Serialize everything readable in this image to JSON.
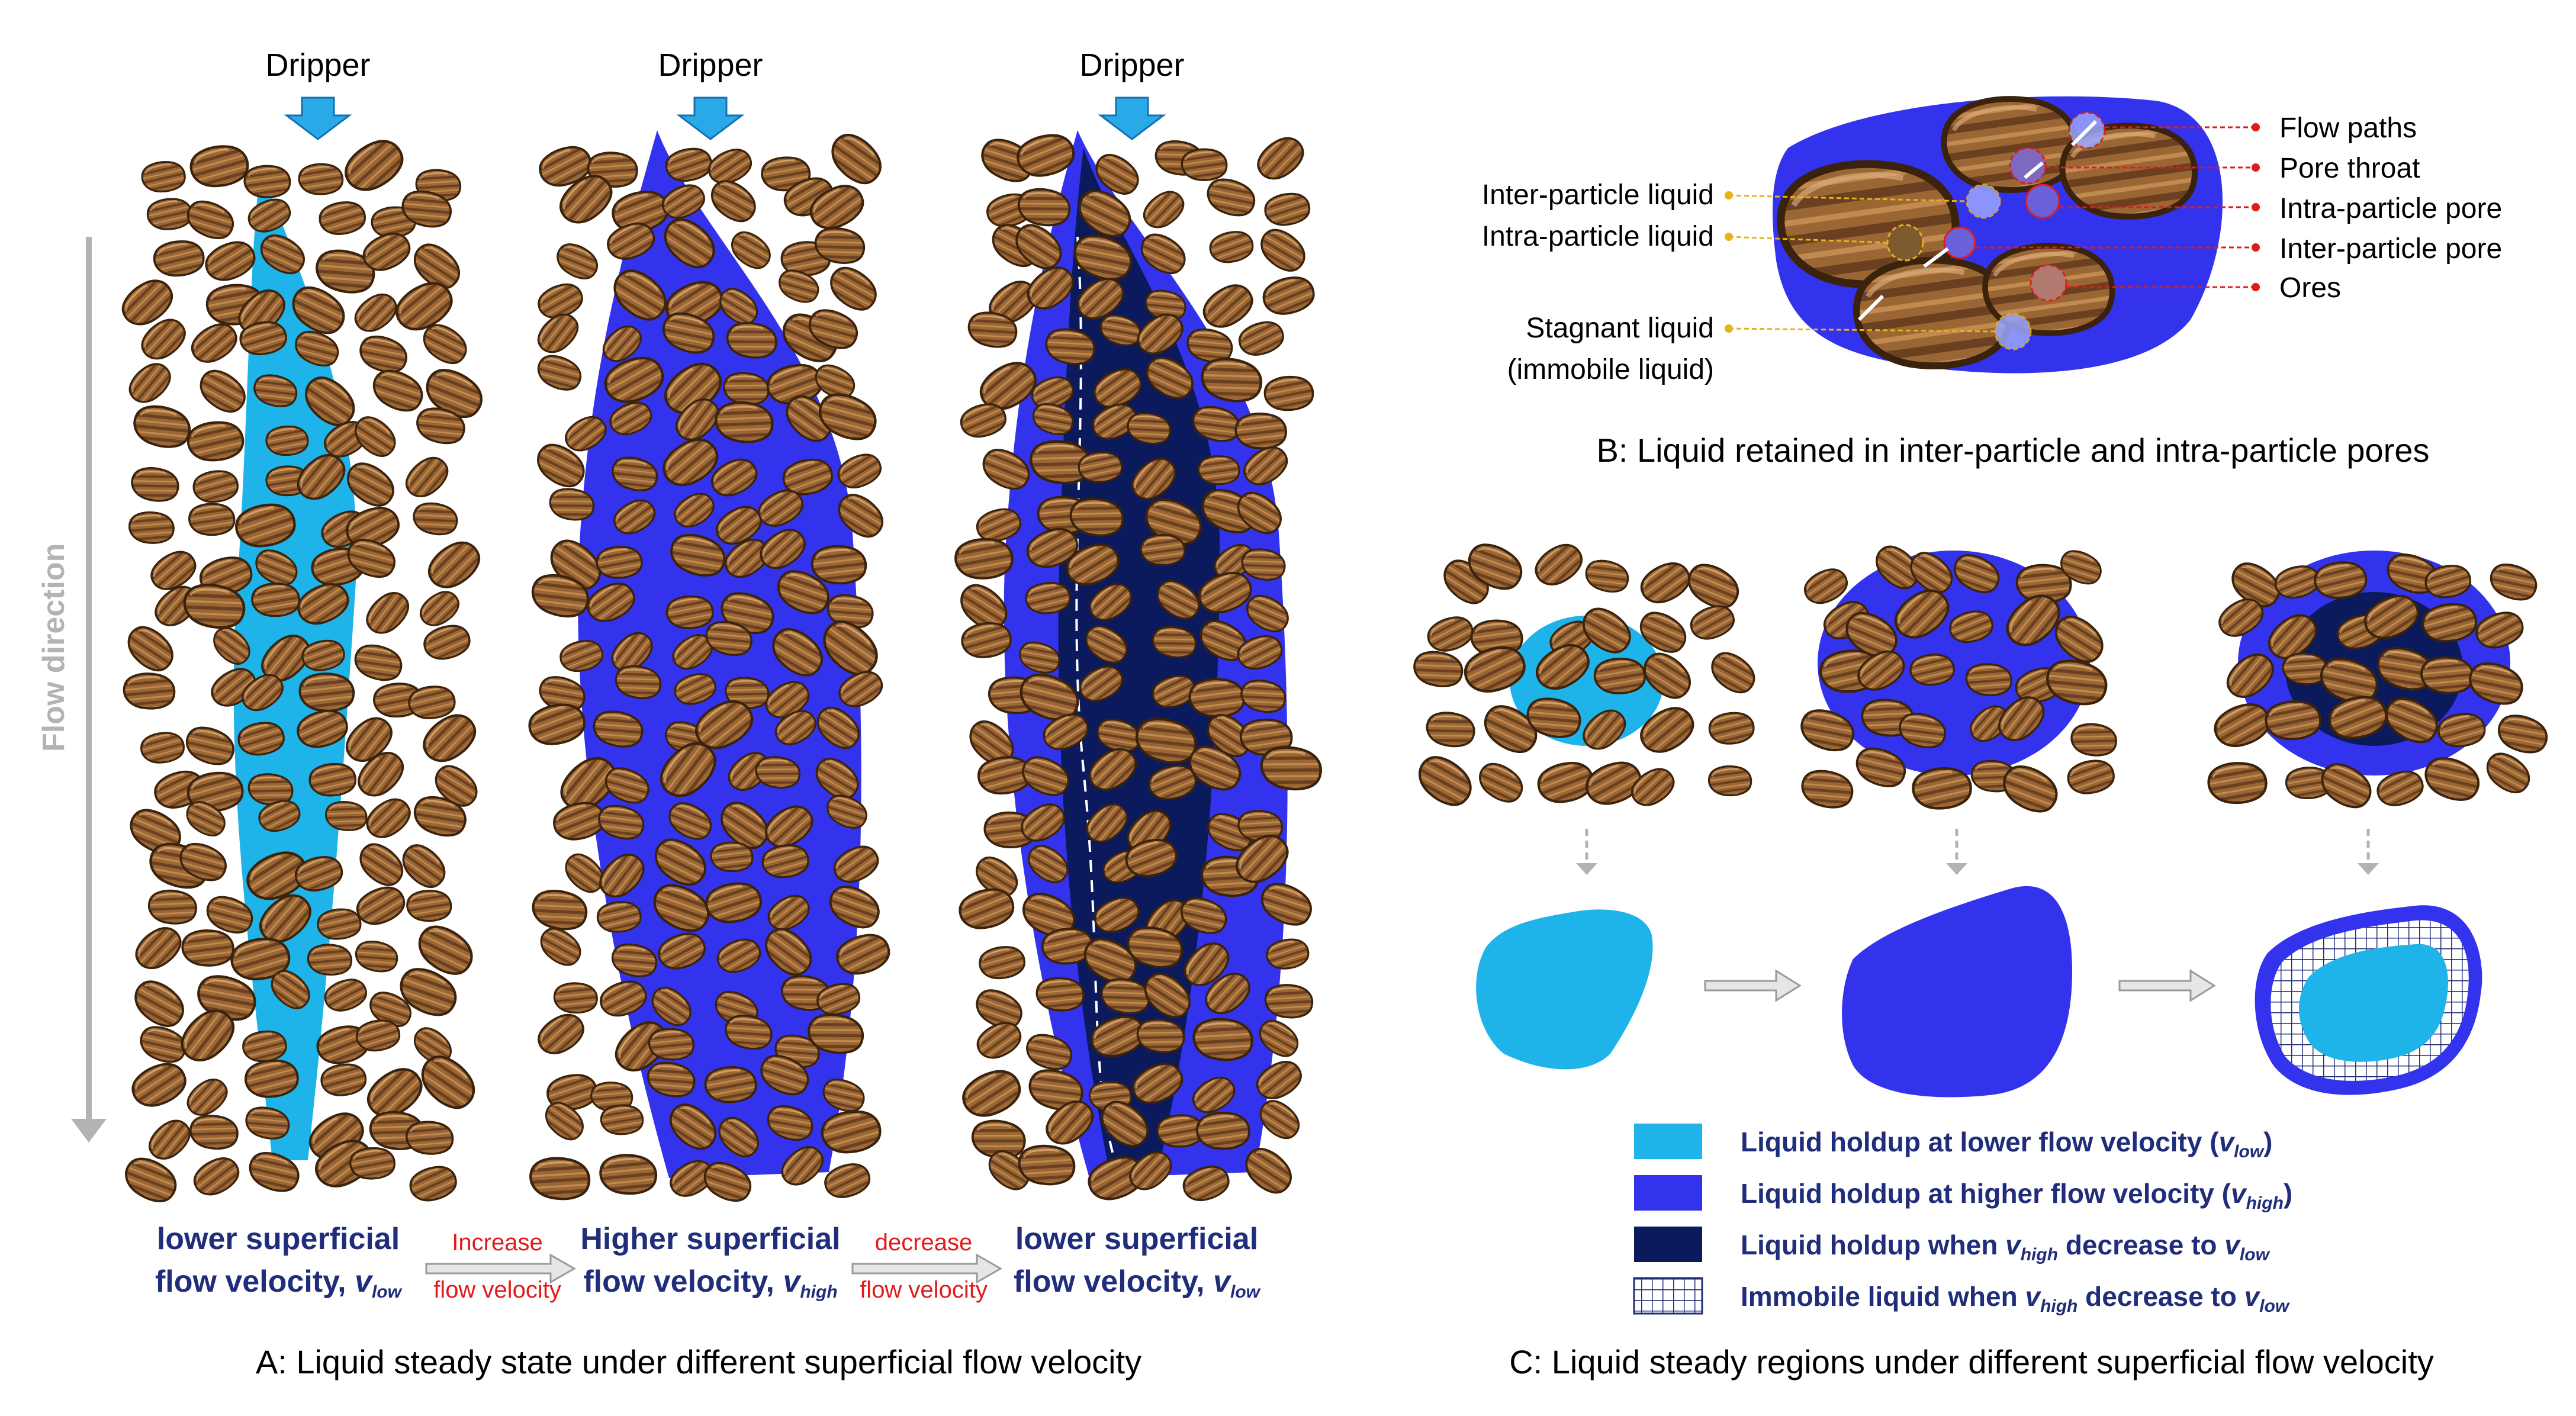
{
  "panel_a": {
    "dripper_labels": [
      "Dripper",
      "Dripper",
      "Dripper"
    ],
    "flow_direction": "Flow direction",
    "column1_line1": "lower superficial",
    "column1_line2": "flow velocity, ",
    "column1_v": "v",
    "column1_sub": "low",
    "arrow1_top": "Increase",
    "arrow1_bottom": "flow velocity",
    "column2_line1": "Higher superficial",
    "column2_line2": "flow velocity, ",
    "column2_v": "v",
    "column2_sub": "high",
    "arrow2_top": "decrease",
    "arrow2_bottom": "flow velocity",
    "column3_line1": "lower superficial",
    "column3_line2": "flow velocity, ",
    "column3_v": "v",
    "column3_sub": "low",
    "caption": "A: Liquid steady state under different superficial flow velocity"
  },
  "panel_b": {
    "left_labels": [
      "Inter-particle liquid",
      "Intra-particle liquid",
      "Stagnant liquid",
      "(immobile liquid)"
    ],
    "right_labels": [
      "Flow paths",
      "Pore throat",
      "Intra-particle pore",
      "Inter-particle pore",
      "Ores"
    ],
    "caption": "B: Liquid retained in inter-particle and intra-particle pores"
  },
  "panel_c": {
    "legend": [
      {
        "pre": "Liquid holdup at lower flow velocity (",
        "v": "v",
        "sub": "low",
        "post": ")"
      },
      {
        "pre": "Liquid holdup at higher flow velocity (",
        "v": "v",
        "sub": "high",
        "post": ")"
      },
      {
        "pre": "Liquid holdup when ",
        "v": "v",
        "sub": "high",
        "mid": " decrease to ",
        "v2": "v",
        "sub2": "low"
      },
      {
        "pre": "Immobile liquid when ",
        "v": "v",
        "sub": "high",
        "mid": " decrease to ",
        "v2": "v",
        "sub2": "low"
      }
    ],
    "caption": "C: Liquid steady regions under different superficial flow velocity"
  },
  "colors": {
    "light_blue": "#1eb4ea",
    "medium_blue": "#3333ee",
    "dark_navy": "#0a1a5c",
    "ore_brown": "#8a5a2c",
    "text_blue": "#1f2d7a",
    "red": "#e11a1a",
    "gold": "#e8b21a",
    "arrow_gray": "#bdbdbd"
  }
}
